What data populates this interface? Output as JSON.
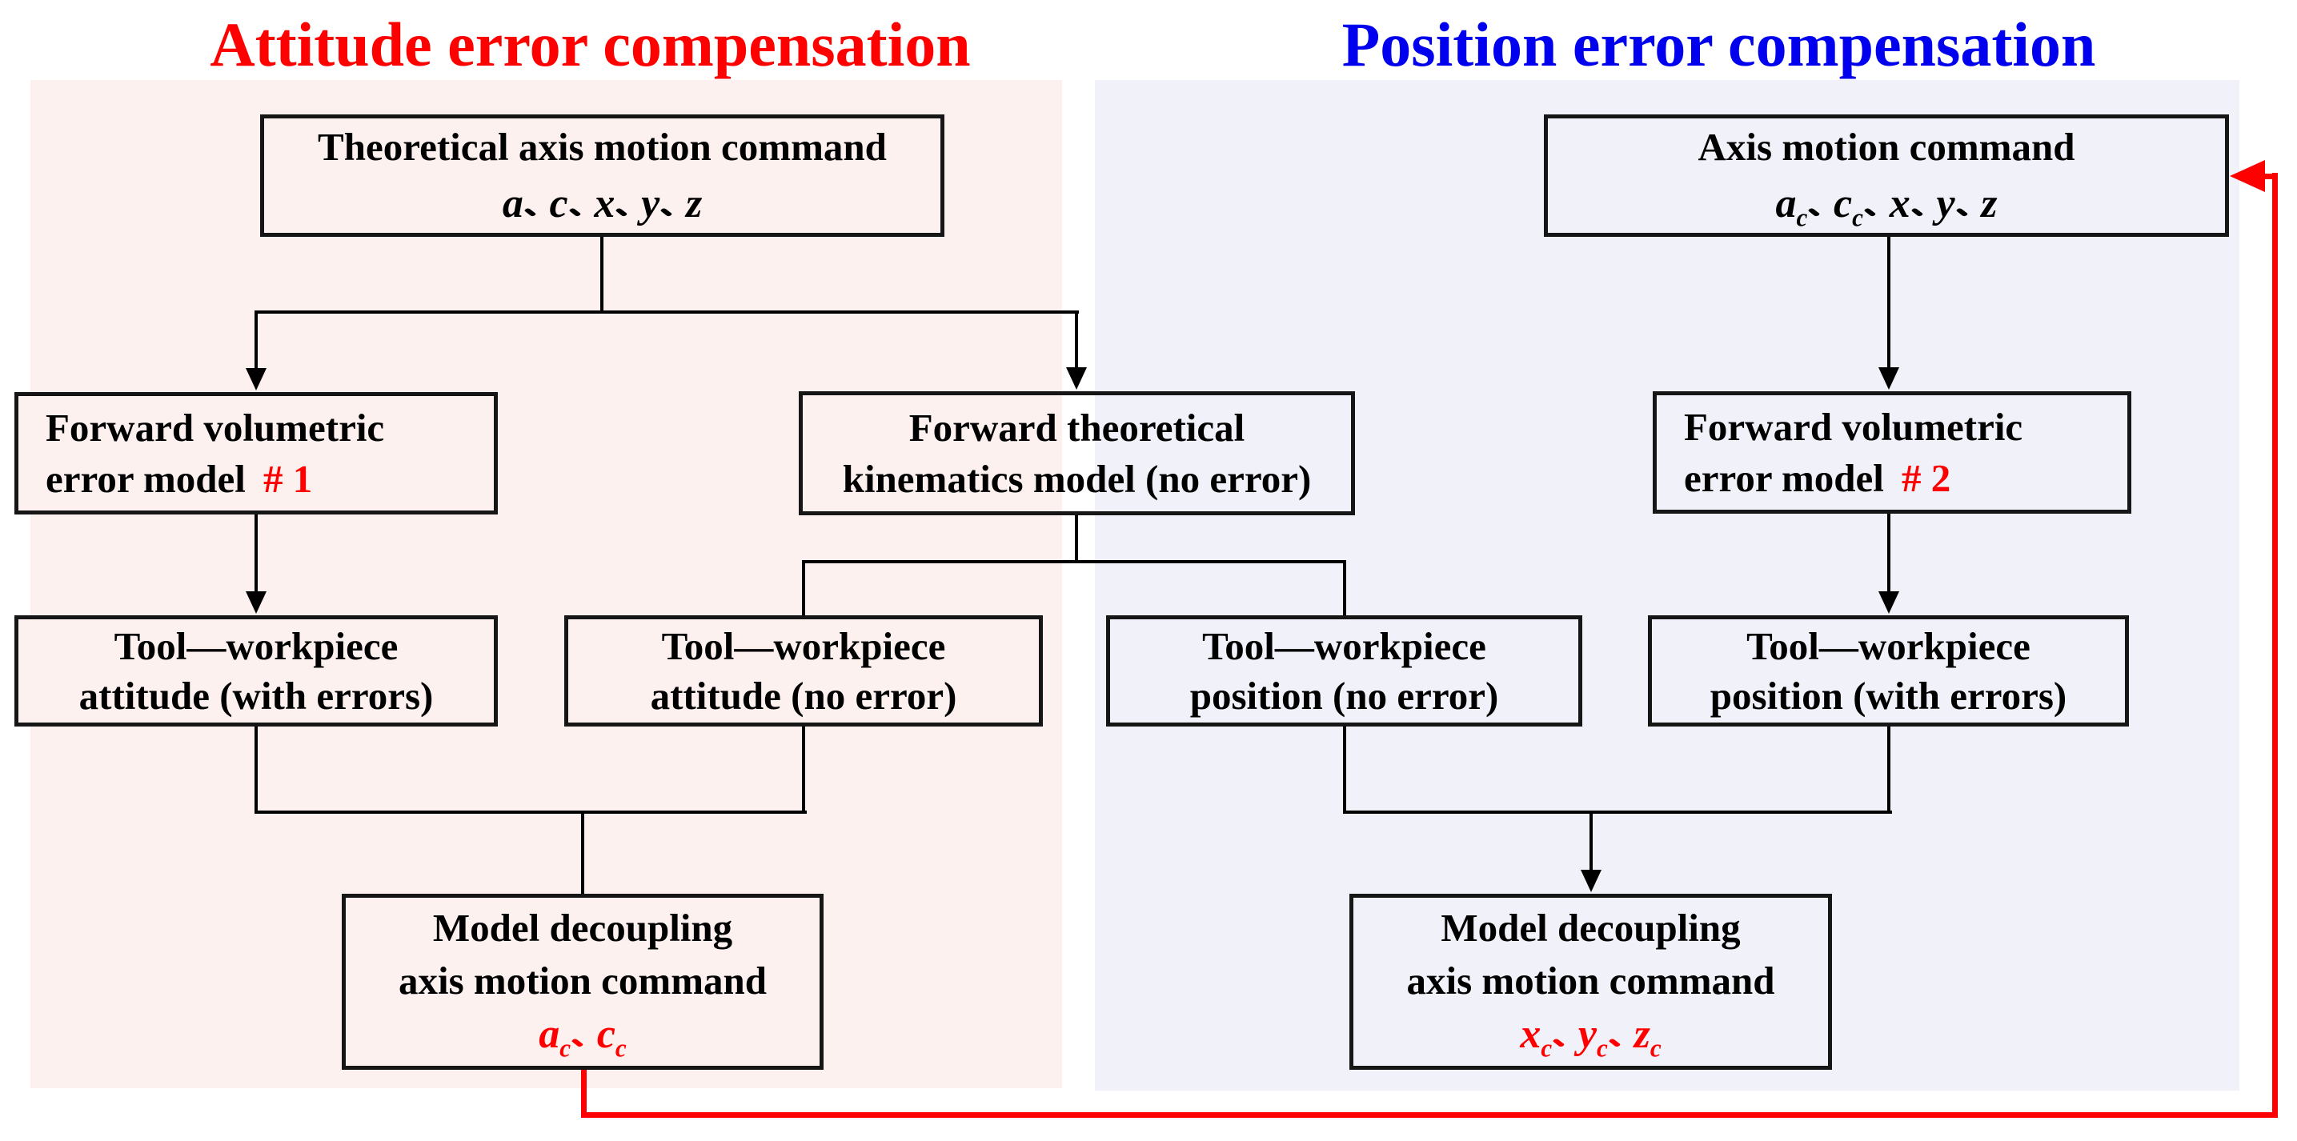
{
  "titles": {
    "attitude": "Attitude error compensation",
    "position": "Position error compensation"
  },
  "colors": {
    "attitude_title": "#ff0000",
    "position_title": "#0000ee",
    "panel_pink": "#fcf1ef",
    "panel_lavender": "#f1f1fa",
    "line_black": "#000000",
    "feedback_red": "#ff0000",
    "highlight_red": "#ff0000"
  },
  "boxes": {
    "theoretical_axis_command": {
      "title": "Theoretical axis motion command",
      "formula": "a、c、x、y、z"
    },
    "axis_command": {
      "title": "Axis motion command",
      "formula": "a_c、c_c、x、y、z"
    },
    "forward_volumetric_1": {
      "line1": "Forward volumetric",
      "line2": "error model",
      "tag": "# 1"
    },
    "forward_kinematics": {
      "line1": "Forward theoretical",
      "line2": "kinematics model (no error)"
    },
    "forward_volumetric_2": {
      "line1": "Forward volumetric",
      "line2": "error model",
      "tag": "# 2"
    },
    "attitude_with_errors": {
      "line1": "Tool—workpiece",
      "line2": "attitude (with errors)"
    },
    "attitude_no_error": {
      "line1": "Tool—workpiece",
      "line2": "attitude (no error)"
    },
    "position_no_error": {
      "line1": "Tool—workpiece",
      "line2": "position (no error)"
    },
    "position_with_errors": {
      "line1": "Tool—workpiece",
      "line2": "position (with errors)"
    },
    "decouple_attitude": {
      "line1": "Model decoupling",
      "line2": "axis motion command",
      "formula": "a_c、c_c"
    },
    "decouple_position": {
      "line1": "Model decoupling",
      "line2": "axis motion command",
      "formula": "x_c、y_c、z_c"
    }
  }
}
